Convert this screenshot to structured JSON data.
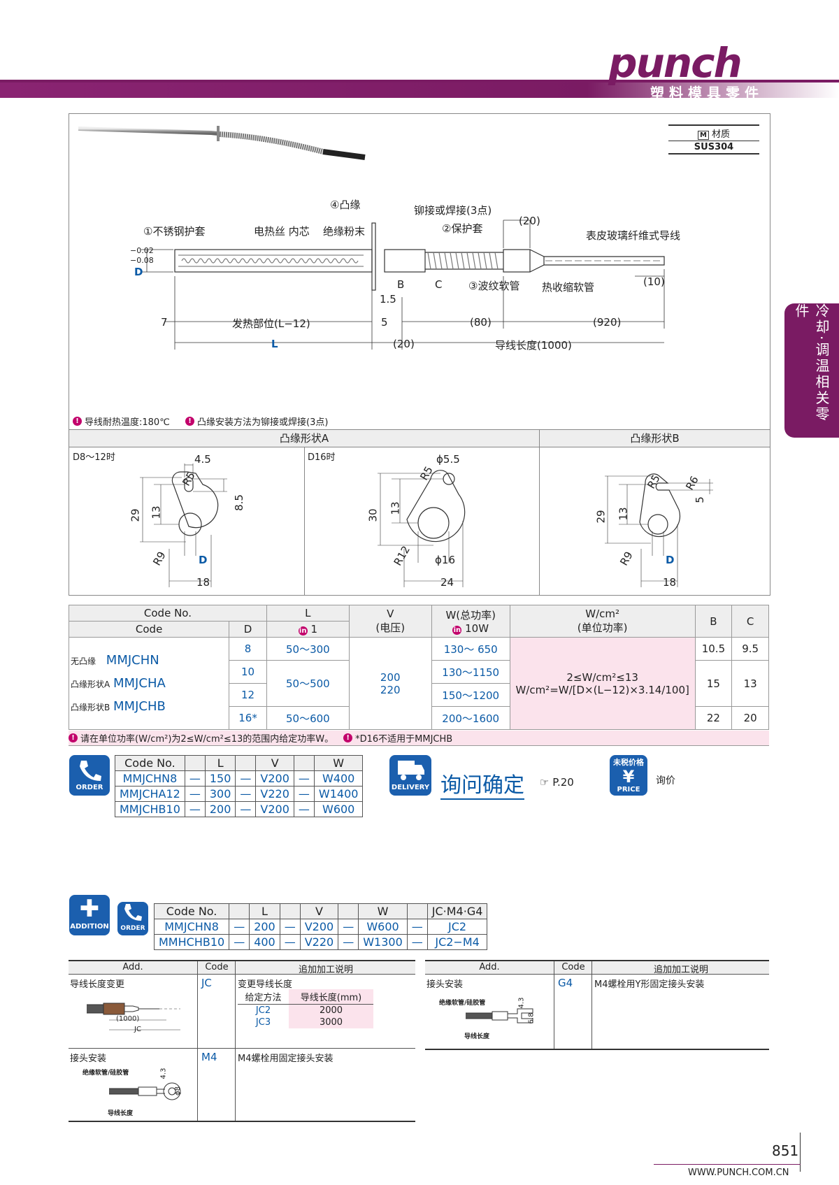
{
  "header": {
    "logo": "punch",
    "subtitle": "塑料模具零件",
    "side_tab": "冷却·调温相关零件"
  },
  "material": {
    "label": "材质",
    "icon": "M",
    "value": "SUS304"
  },
  "diagram": {
    "part_labels": {
      "flange": "④凸缘",
      "rivet": "铆接或焊接(3点)",
      "sheath": "①不锈钢护套",
      "wire": "电热丝 内芯",
      "powder": "绝缘粉末",
      "protect": "②保护套",
      "dim20": "(20)",
      "leadwire": "表皮玻璃纤维式导线",
      "tol_top": "−0.02",
      "tol_bot": "−0.08",
      "D": "D",
      "B": "B",
      "C": "C",
      "corrugated": "③波纹软管",
      "shrink": "热收缩软管",
      "dim10": "(10)",
      "dim15": "1.5",
      "dim7": "7",
      "heat": "发热部位(L−12)",
      "dim5": "5",
      "dim80": "(80)",
      "dim920": "(920)",
      "L": "L",
      "dim20b": "(20)",
      "leadlen": "导线长度(1000)"
    },
    "notes": [
      "导线耐热温度:180℃",
      "凸缘安装方法为铆接或焊接(3点)"
    ]
  },
  "flange": {
    "title_a": "凸缘形状A",
    "title_b": "凸缘形状B",
    "a1": {
      "cond": "D8～12时",
      "w": "4.5",
      "r5": "R5",
      "h29": "29",
      "h13": "13",
      "h85": "8.5",
      "r9": "R9",
      "D": "D",
      "w18": "18"
    },
    "a2": {
      "cond": "D16时",
      "phi55": "ϕ5.5",
      "r5": "R5",
      "h30": "30",
      "h13": "13",
      "r12": "R12",
      "phi16": "ϕ16",
      "w24": "24"
    },
    "b": {
      "r5": "R5",
      "r6": "R6",
      "h5": "5",
      "h29": "29",
      "h13": "13",
      "r9": "R9",
      "D": "D",
      "w18": "18"
    }
  },
  "spec_table": {
    "h_codeno": "Code No.",
    "h_code": "Code",
    "h_D": "D",
    "h_L": "L",
    "h_L_unit": "1",
    "h_V": "V",
    "h_V_sub": "(电压)",
    "h_W": "W(总功率)",
    "h_W_unit": "10W",
    "h_Wcm": "W/cm²",
    "h_Wcm_sub": "(单位功率)",
    "h_B": "B",
    "h_C": "C",
    "types": [
      {
        "label": "无凸缘",
        "code": "MMJCHN"
      },
      {
        "label": "凸缘形状A",
        "code": "MMJCHA"
      },
      {
        "label": "凸缘形状B",
        "code": "MMJCHB"
      }
    ],
    "rows": [
      {
        "D": "8",
        "L": "50～300",
        "W": "130～ 650",
        "B": "10.5",
        "C": "9.5"
      },
      {
        "D": "10",
        "L": "50～500",
        "W": "130～1150",
        "B": "15",
        "C": "13"
      },
      {
        "D": "12",
        "W": "150～1200"
      },
      {
        "D": "16*",
        "L": "50～600",
        "W": "200～1600",
        "B": "22",
        "C": "20"
      }
    ],
    "V1": "200",
    "V2": "220",
    "wcm1": "2≤W/cm²≤13",
    "wcm2": "W/cm²=W/[D×(L−12)×3.14/100]",
    "footnote1": "请在单位功率(W/cm²)为2≤W/cm²≤13的范围内给定功率W。",
    "footnote2": "*D16不适用于MMJCHB"
  },
  "order": {
    "icon_label": "ORDER",
    "headers": [
      "Code No.",
      "L",
      "V",
      "W"
    ],
    "rows": [
      [
        "MMJCHN8",
        "—",
        "150",
        "—",
        "V200",
        "—",
        "W400"
      ],
      [
        "MMJCHA12",
        "—",
        "300",
        "—",
        "V220",
        "—",
        "W1400"
      ],
      [
        "MMJCHB10",
        "—",
        "200",
        "—",
        "V200",
        "—",
        "W600"
      ]
    ],
    "delivery_label": "DELIVERY",
    "delivery_text": "询问确定",
    "delivery_ref": "P.20",
    "price_top": "未税价格",
    "price_label": "PRICE",
    "price_text": "询价"
  },
  "addition": {
    "icon_add": "ADDITION",
    "icon_order": "ORDER",
    "headers": [
      "Code No.",
      "L",
      "V",
      "W",
      "JC·M4·G4"
    ],
    "rows": [
      [
        "MMJCHN8",
        "—",
        "200",
        "—",
        "V200",
        "—",
        "W600",
        "—",
        "JC2"
      ],
      [
        "MMHCHB10",
        "—",
        "400",
        "—",
        "V220",
        "—",
        "W1300",
        "—",
        "JC2−M4"
      ]
    ]
  },
  "add_table": {
    "h_add": "Add.",
    "h_code": "Code",
    "h_desc": "追加加工说明",
    "jc": {
      "name": "导线长度变更",
      "code": "JC",
      "desc": "变更导线长度",
      "sub_h1": "给定方法",
      "sub_h2": "导线长度(mm)",
      "rows": [
        [
          "JC2",
          "2000"
        ],
        [
          "JC3",
          "3000"
        ]
      ],
      "fig_1000": "(1000)",
      "fig_jc": "JC"
    },
    "m4": {
      "name": "接头安装",
      "code": "M4",
      "desc": "M4螺栓用固定接头安装",
      "fig_hose": "绝缘软管/硅胶管",
      "fig_len": "导线长度",
      "fig_43": "4.3",
      "fig_8": "ϕ8"
    },
    "g4": {
      "name": "接头安装",
      "code": "G4",
      "desc": "M4螺栓用Y形固定接头安装",
      "fig_hose": "绝缘软管/硅胶管",
      "fig_len": "导线长度",
      "fig_43": "4.3",
      "fig_68": "6.8"
    }
  },
  "footer": {
    "page": "851",
    "url": "WWW.PUNCH.COM.CN"
  }
}
